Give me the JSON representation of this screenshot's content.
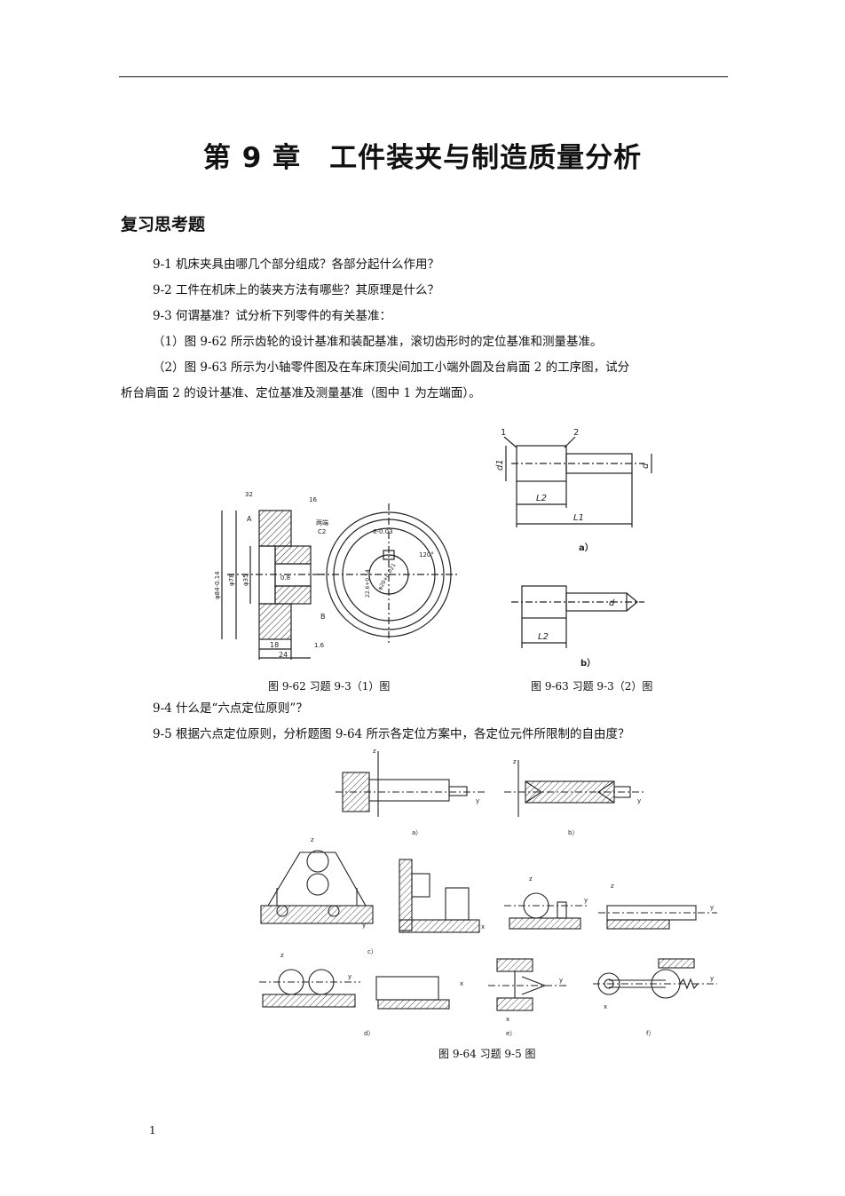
{
  "chapter_title": "第 9 章　工件装夹与制造质量分析",
  "section_title": "复习思考题",
  "questions": {
    "q1": "9-1  机床夹具由哪几个部分组成？各部分起什么作用？",
    "q2": "9-2  工件在机床上的装夹方法有哪些？其原理是什么？",
    "q3": "9-3  何谓基准？试分析下列零件的有关基准：",
    "q3_1": "（1）图 9-62 所示齿轮的设计基准和装配基准，滚切齿形时的定位基准和测量基准。",
    "q3_2_line1": "（2）图 9-63 所示为小轴零件图及在车床顶尖间加工小端外圆及台肩面 2 的工序图，试分",
    "q3_2_line2": "析台肩面 2 的设计基准、定位基准及测量基准（图中 1 为左端面）。",
    "q4": "9-4  什么是“六点定位原则”？",
    "q5": "9-5  根据六点定位原则，分析题图 9-64 所示各定位方案中，各定位元件所限制的自由度？"
  },
  "figures": {
    "fig62": {
      "caption": "图 9-62  习题 9-3（1）图",
      "labels": {
        "rough1": "32",
        "rough2": "16",
        "chamfer": "两端",
        "chamfer2": "C2",
        "key": "6-0.03",
        "angle": "120°",
        "dia_out": "φ84-0.14",
        "dia_hub": "φ78",
        "dia_bore": "φ35",
        "dia_in": "φ20+0.021",
        "key_depth": "22.6+0.14",
        "r08": "0.8",
        "w18": "18",
        "w24": "24",
        "pA": "A",
        "pB": "B",
        "r16": "1.6"
      }
    },
    "fig63": {
      "caption": "图 9-63  习题 9-3（2）图",
      "labels": {
        "n1": "1",
        "n2": "2",
        "d1": "d1",
        "d": "d",
        "L1": "L1",
        "L2": "L2",
        "L2b": "L2",
        "db": "d",
        "sub_a": "a）",
        "sub_b": "b）"
      }
    },
    "fig64": {
      "caption": "图 9-64  习题 9-5 图",
      "labels": {
        "z": "z",
        "y": "y",
        "x": "x",
        "sub_a": "a）",
        "sub_b": "b）",
        "sub_c": "c）",
        "sub_d": "d）",
        "sub_e": "e）",
        "sub_f": "f）"
      }
    }
  },
  "page_number": "1"
}
